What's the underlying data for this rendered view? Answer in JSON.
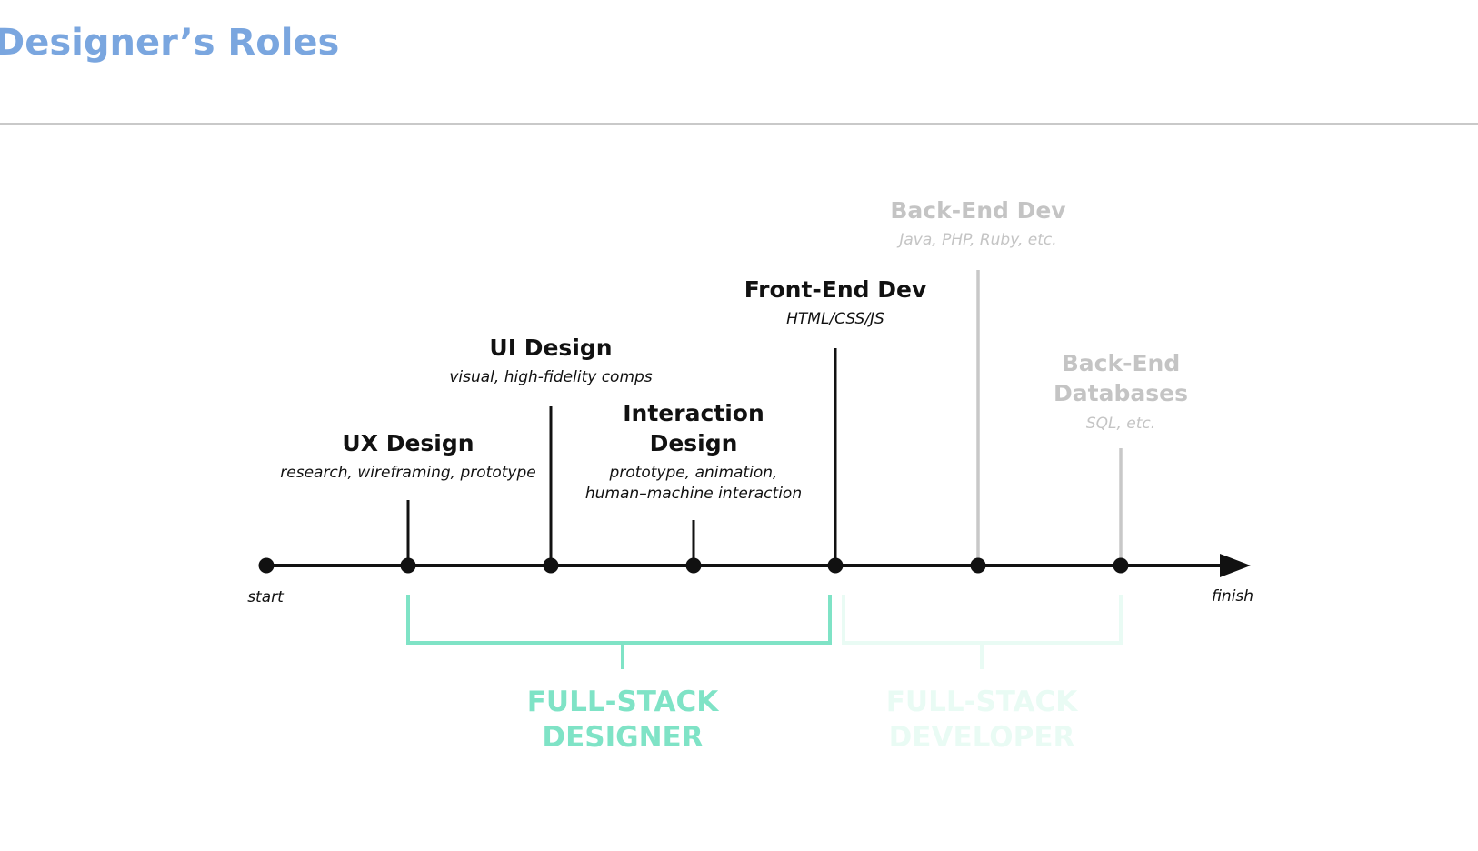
{
  "slide": {
    "title": "Designer’s Roles"
  },
  "diagram": {
    "start_label": "start",
    "finish_label": "finish",
    "roles": [
      {
        "title_lines": [
          "UX Design"
        ],
        "subtitle_lines": [
          "research, wireframing, prototype"
        ],
        "faded": false
      },
      {
        "title_lines": [
          "UI Design"
        ],
        "subtitle_lines": [
          "visual, high-fidelity comps"
        ],
        "faded": false
      },
      {
        "title_lines": [
          "Interaction",
          "Design"
        ],
        "subtitle_lines": [
          "prototype, animation,",
          "human–machine interaction"
        ],
        "faded": false
      },
      {
        "title_lines": [
          "Front-End Dev"
        ],
        "subtitle_lines": [
          "HTML/CSS/JS"
        ],
        "faded": false
      },
      {
        "title_lines": [
          "Back-End Dev"
        ],
        "subtitle_lines": [
          "Java, PHP, Ruby, etc."
        ],
        "faded": true
      },
      {
        "title_lines": [
          "Back-End",
          "Databases"
        ],
        "subtitle_lines": [
          "SQL, etc."
        ],
        "faded": true
      }
    ],
    "brackets": [
      {
        "label_lines": [
          "FULL-STACK",
          "DESIGNER"
        ],
        "faded": false
      },
      {
        "label_lines": [
          "FULL-STACK",
          "DEVELOPER"
        ],
        "faded": true
      }
    ],
    "colors": {
      "title": "#7aa6df",
      "ink": "#111111",
      "faded_ink": "#c4c4c4",
      "faded_line": "#c8c8c8",
      "designer_bracket": "#7fe3c6",
      "developer_bracket": "#e9fbf4"
    }
  }
}
